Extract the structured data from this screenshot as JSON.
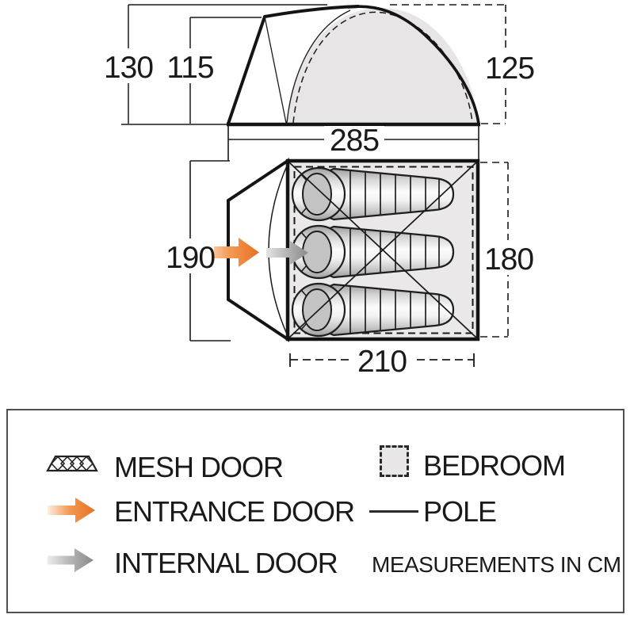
{
  "diagram": {
    "units_note": "MEASUREMENTS IN CM",
    "side_view": {
      "total_height_cm": "130",
      "porch_height_cm": "115",
      "bedroom_height_cm": "125",
      "total_length_cm": "285"
    },
    "floor_plan": {
      "porch_width_cm": "190",
      "bedroom_width_cm": "180",
      "bedroom_length_cm": "210",
      "sleeping_bag_count": 3
    }
  },
  "legend": {
    "items": [
      {
        "icon": "mesh-door-icon",
        "label": "MESH DOOR"
      },
      {
        "icon": "entrance-door-icon",
        "label": "ENTRANCE DOOR"
      },
      {
        "icon": "internal-door-icon",
        "label": "INTERNAL DOOR"
      },
      {
        "icon": "bedroom-icon",
        "label": "BEDROOM"
      },
      {
        "icon": "pole-icon",
        "label": "POLE"
      }
    ],
    "note": "MEASUREMENTS IN CM"
  },
  "colors": {
    "accent_orange": "#ed7a2e",
    "internal_gray": "#8e8e8e",
    "panel_fill": "#e8e6e6",
    "line": "#1a1a1a"
  }
}
